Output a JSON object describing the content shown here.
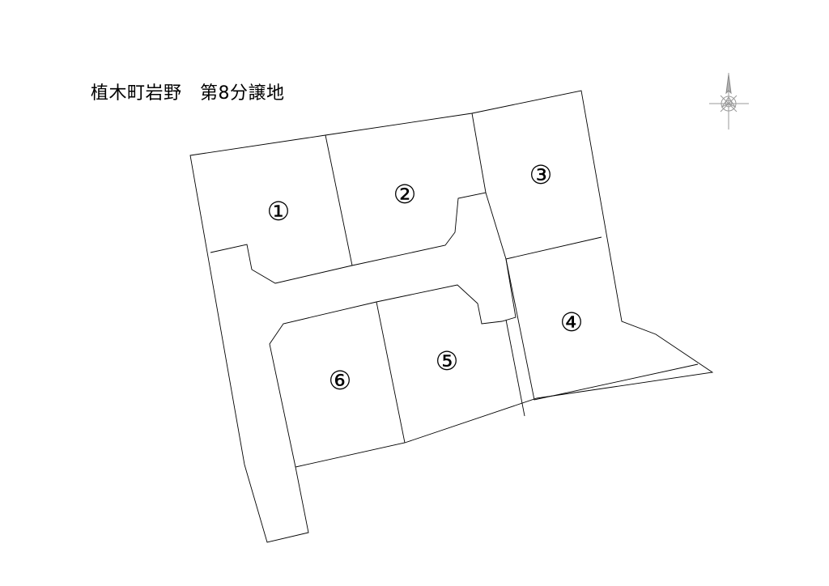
{
  "map": {
    "title": "植木町岩野　第8分譲地",
    "compass_icon": "north-arrow-compass-icon",
    "lots": [
      {
        "id": "lot-1",
        "label": "①"
      },
      {
        "id": "lot-2",
        "label": "②"
      },
      {
        "id": "lot-3",
        "label": "③"
      },
      {
        "id": "lot-4",
        "label": "④"
      },
      {
        "id": "lot-5",
        "label": "⑤"
      },
      {
        "id": "lot-6",
        "label": "⑥"
      }
    ],
    "colors": {
      "line": "#000000",
      "background": "#ffffff",
      "compass": "#9a9a9a"
    }
  }
}
